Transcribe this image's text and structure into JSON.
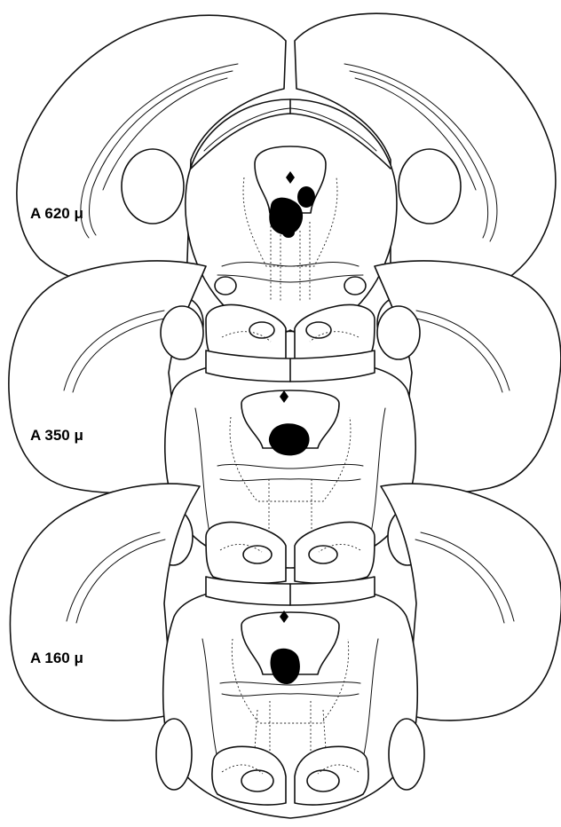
{
  "figure": {
    "sections": [
      {
        "label": "A 620 μ"
      },
      {
        "label": "A 350 μ"
      },
      {
        "label": "A 160 μ"
      }
    ]
  }
}
